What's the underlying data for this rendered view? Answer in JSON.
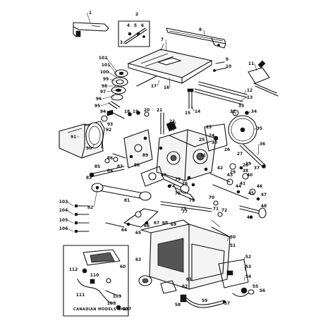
{
  "diagram": {
    "part_numbers": [
      "1",
      "2",
      "3",
      "4",
      "5",
      "6",
      "7",
      "8",
      "9",
      "10",
      "11",
      "12",
      "13",
      "14",
      "15",
      "16",
      "17",
      "18",
      "19",
      "20",
      "21",
      "22",
      "23",
      "24",
      "25",
      "26",
      "27",
      "28",
      "29",
      "30",
      "31",
      "32",
      "33",
      "34",
      "35",
      "36",
      "37",
      "38",
      "39",
      "40",
      "41",
      "42",
      "43",
      "44",
      "45",
      "46",
      "47",
      "48",
      "49",
      "50",
      "51",
      "52",
      "53",
      "54",
      "55",
      "56",
      "57",
      "58",
      "59",
      "60",
      "61",
      "62",
      "63",
      "64",
      "65",
      "66",
      "67",
      "68",
      "69",
      "70",
      "71",
      "72",
      "73",
      "74",
      "75",
      "76",
      "77",
      "78",
      "79",
      "80",
      "81",
      "82",
      "83",
      "84",
      "85",
      "86",
      "87",
      "88",
      "89",
      "90",
      "91",
      "92",
      "93",
      "94",
      "95",
      "96",
      "97",
      "98",
      "99",
      "100",
      "101",
      "102",
      "103",
      "104",
      "105",
      "106",
      "107",
      "108",
      "109",
      "110",
      "111",
      "112"
    ],
    "inset_note": "CANADIAN MODELS ONLY"
  }
}
